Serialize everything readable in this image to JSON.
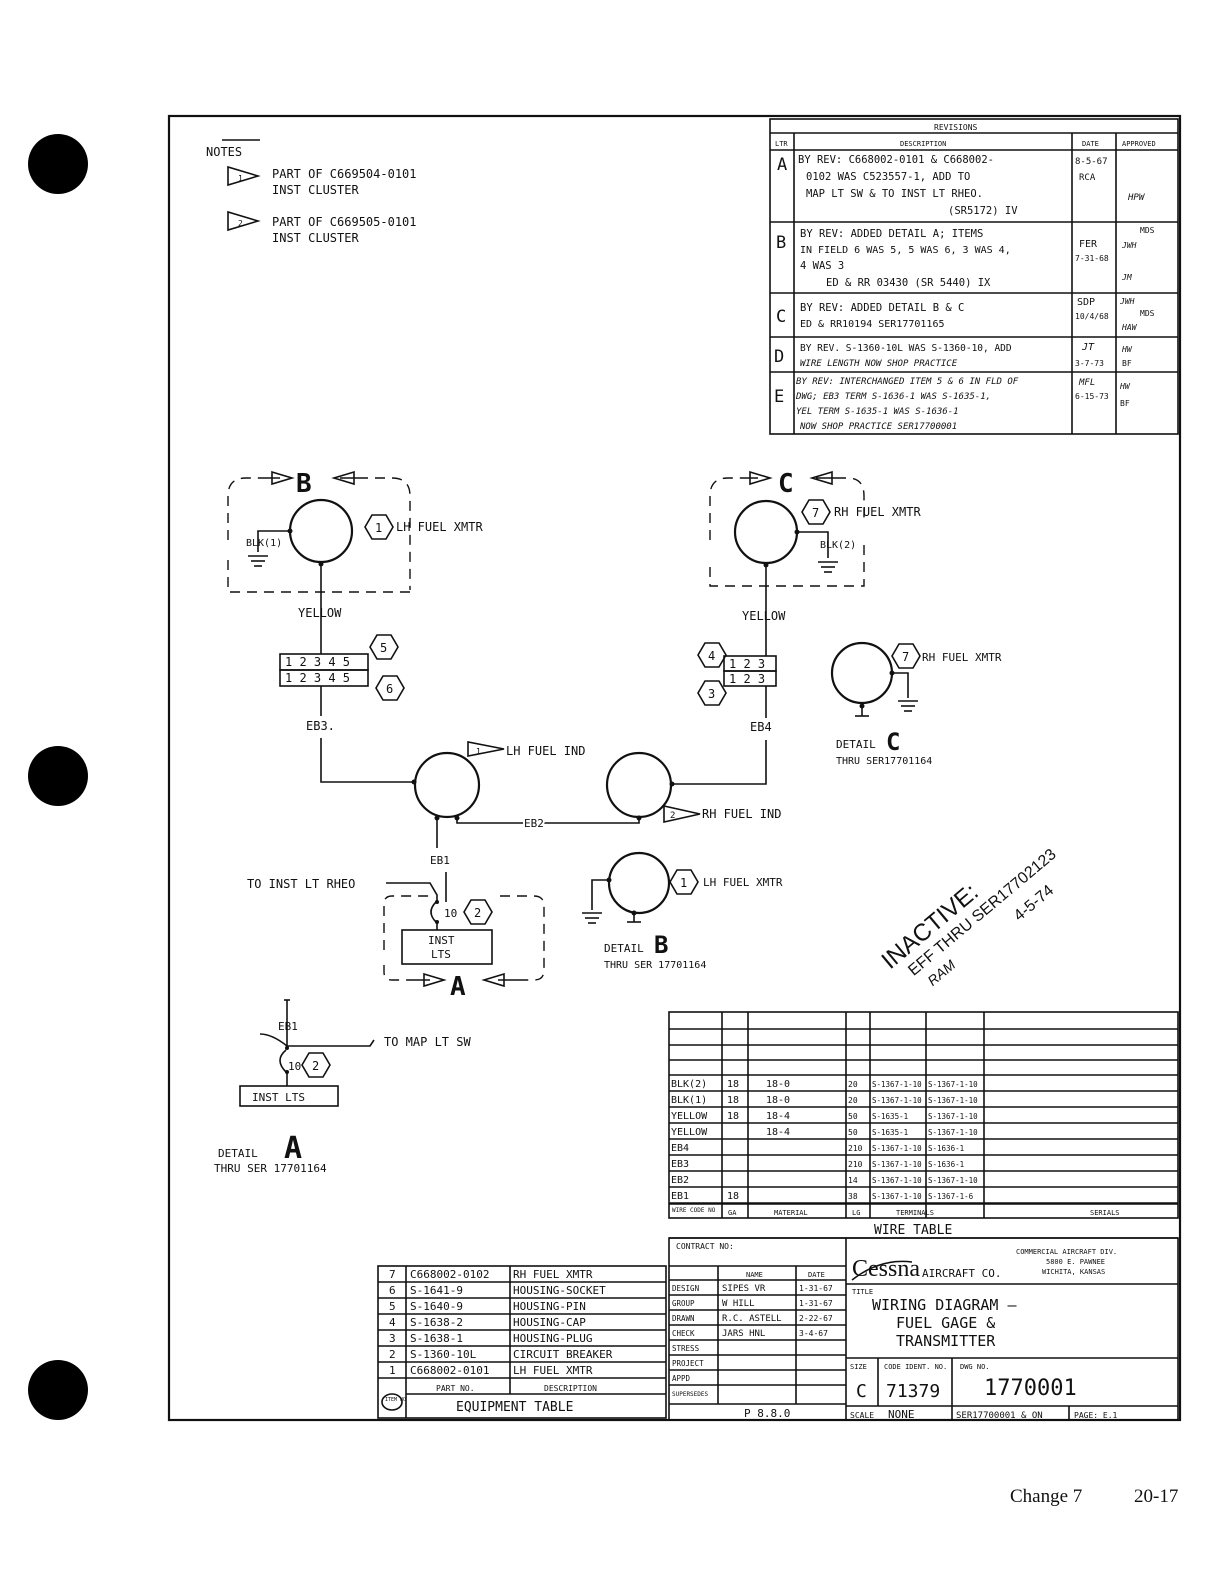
{
  "notes": {
    "heading": "NOTES",
    "n1_tag": "1",
    "n1_line1": "PART OF C669504-0101",
    "n1_line2": "INST CLUSTER",
    "n2_tag": "2",
    "n2_line1": "PART OF C669505-0101",
    "n2_line2": "INST CLUSTER"
  },
  "revisions": {
    "title": "REVISIONS",
    "headers": [
      "LTR",
      "DESCRIPTION",
      "DATE",
      "APPROVED"
    ],
    "rows": [
      {
        "ltr": "A",
        "desc": [
          "BY REV: C668002-0101 & C668002-",
          "0102 WAS C523557-1, ADD TO",
          "MAP LT SW & TO INST LT RHEO.",
          "(SR5172) IV"
        ],
        "date": [
          "8-5-67",
          "RCA"
        ],
        "appr": [
          "",
          "HPW"
        ]
      },
      {
        "ltr": "B",
        "desc": [
          "BY REV: ADDED DETAIL A; ITEMS",
          "IN FIELD 6 WAS 5, 5 WAS 6, 3 WAS 4,",
          "4 WAS 3",
          "ED & RR 03430 (SR 5440) IX"
        ],
        "date": [
          "FER",
          "7-31-68"
        ],
        "appr": [
          "MDS",
          "JWH",
          "JM"
        ]
      },
      {
        "ltr": "C",
        "desc": [
          "BY REV: ADDED DETAIL B & C",
          "ED & RR10194          SER17701165"
        ],
        "date": [
          "SDP",
          "10/4/68"
        ],
        "appr": [
          "JWH",
          "MDS",
          "HAW"
        ]
      },
      {
        "ltr": "D",
        "desc": [
          "BY REV. S-1360-10L  WAS  S-1360-10, ADD",
          "WIRE LENGTH      NOW SHOP PRACTICE"
        ],
        "date": [
          "JT",
          "3-7-73"
        ],
        "appr": [
          "HW",
          "BF"
        ]
      },
      {
        "ltr": "E",
        "desc": [
          "BY REV: INTERCHANGED ITEM 5 & 6 IN FLD OF",
          "DWG; EB3 TERM S-1636-1 WAS S-1635-1,",
          "YEL TERM S-1635-1 WAS S-1636-1",
          "NOW SHOP PRACTICE SER17700001"
        ],
        "date": [
          "MFL",
          "6-15-73"
        ],
        "appr": [
          "HW",
          "BF"
        ]
      }
    ]
  },
  "diagram": {
    "detail_b_head": "B",
    "detail_c_head": "C",
    "detail_a_head": "A",
    "lh_xmtr_item": "1",
    "lh_xmtr_label": "LH FUEL XMTR",
    "rh_xmtr_item": "7",
    "rh_xmtr_label": "RH FUEL XMTR",
    "blk1": "BLK(1)",
    "blk2": "BLK(2)",
    "yellow": "YELLOW",
    "conn_5pin": "1 2 3 4 5",
    "conn_3pin": "1 2 3",
    "item5": "5",
    "item6": "6",
    "item4": "4",
    "item3": "3",
    "eb3": "EB3.",
    "eb4": "EB4",
    "eb2": "EB2",
    "eb1": "EB1",
    "lh_ind_tag": "1",
    "lh_ind_label": "LH FUEL IND",
    "rh_ind_tag": "2",
    "rh_ind_label": "RH FUEL IND",
    "to_rheo": "TO INST LT RHEO",
    "cb_item": "2",
    "cb_label": "10",
    "inst_lts_1": "INST",
    "inst_lts_2": "LTS",
    "detail_c_label": "DETAIL",
    "detail_c_letter": "C",
    "detail_c_thru": "THRU SER17701164",
    "detail_c_item": "7",
    "detail_c_xmtr": "RH FUEL XMTR",
    "detail_b_label": "DETAIL",
    "detail_b_letter": "B",
    "detail_b_thru": "THRU SER 17701164",
    "detail_b_item": "1",
    "detail_b_xmtr": "LH FUEL XMTR",
    "to_map": "TO MAP LT SW",
    "detail_a_eb1": "EB1",
    "detail_a_cb": "10",
    "detail_a_item": "2",
    "detail_a_inst": "INST LTS",
    "detail_a_label": "DETAIL",
    "detail_a_letter": "A",
    "detail_a_thru": "THRU SER 17701164"
  },
  "inactive": {
    "line1": "INACTIVE:",
    "line2": "EFF THRU SER17702123",
    "line3": "4-5-74",
    "line4": "RAM"
  },
  "wire_table": {
    "title": "WIRE TABLE",
    "headers": [
      "WIRE CODE NO",
      "GA",
      "MATERIAL",
      "LG",
      "TERMINALS",
      "SERIALS"
    ],
    "rows": [
      [
        "BLK(2)",
        "18",
        "18-0",
        "20",
        "S-1367-1-10",
        "S-1367-1-10"
      ],
      [
        "BLK(1)",
        "18",
        "18-0",
        "20",
        "S-1367-1-10",
        "S-1367-1-10"
      ],
      [
        "YELLOW",
        "18",
        "18-4",
        "50",
        "S-1635-1",
        "S-1367-1-10"
      ],
      [
        "YELLOW",
        "",
        "18-4",
        "50",
        "S-1635-1",
        "S-1367-1-10"
      ],
      [
        "EB4",
        "",
        "",
        "210",
        "S-1367-1-10",
        "S-1636-1"
      ],
      [
        "EB3",
        "",
        "",
        "210",
        "S-1367-1-10",
        "S-1636-1"
      ],
      [
        "EB2",
        "",
        "",
        "14",
        "S-1367-1-10",
        "S-1367-1-10"
      ],
      [
        "EB1",
        "18",
        "",
        "38",
        "S-1367-1-10",
        "S-1367-1-6"
      ]
    ]
  },
  "equipment": {
    "title": "EQUIPMENT TABLE",
    "headers": [
      "ITEM NO",
      "PART NO.",
      "DESCRIPTION"
    ],
    "rows": [
      [
        "7",
        "C668002-0102",
        "RH FUEL XMTR"
      ],
      [
        "6",
        "S-1641-9",
        "HOUSING-SOCKET"
      ],
      [
        "5",
        "S-1640-9",
        "HOUSING-PIN"
      ],
      [
        "4",
        "S-1638-2",
        "HOUSING-CAP"
      ],
      [
        "3",
        "S-1638-1",
        "HOUSING-PLUG"
      ],
      [
        "2",
        "S-1360-10L",
        "CIRCUIT BREAKER"
      ],
      [
        "1",
        "C668002-0101",
        "LH FUEL XMTR"
      ]
    ]
  },
  "title_block": {
    "contract": "CONTRACT NO:",
    "name_h": "NAME",
    "date_h": "DATE",
    "roles": [
      "DESIGN",
      "GROUP",
      "DRAWN",
      "CHECK",
      "STRESS",
      "PROJECT",
      "APPD"
    ],
    "names": [
      "SIPES VR",
      "W HILL",
      "R.C. ASTELL",
      "JARS HNL",
      "",
      "",
      ""
    ],
    "dates": [
      "1-31-67",
      "1-31-67",
      "2-22-67",
      "3-4-67",
      "",
      "",
      ""
    ],
    "brand": "Cessna",
    "company": "AIRCRAFT CO.",
    "division": "COMMERCIAL AIRCRAFT DIV.",
    "address1": "5800 E. PAWNEE",
    "address2": "WICHITA, KANSAS",
    "title_h": "TITLE",
    "title1": "WIRING DIAGRAM —",
    "title2": "FUEL GAGE &",
    "title3": "TRANSMITTER",
    "size_h": "SIZE",
    "size": "C",
    "code_h": "CODE IDENT. NO.",
    "code": "71379",
    "dwg_h": "DWG NO.",
    "dwg": "1770001",
    "scale_label": "SCALE",
    "scale": "NONE",
    "effectivity": "SER17700001 & ON",
    "page": "PAGE: E.1",
    "supersedes": "SUPERSEDES",
    "model": "P 8.8.0"
  },
  "footer": {
    "change": "Change 7",
    "page": "20-17"
  }
}
